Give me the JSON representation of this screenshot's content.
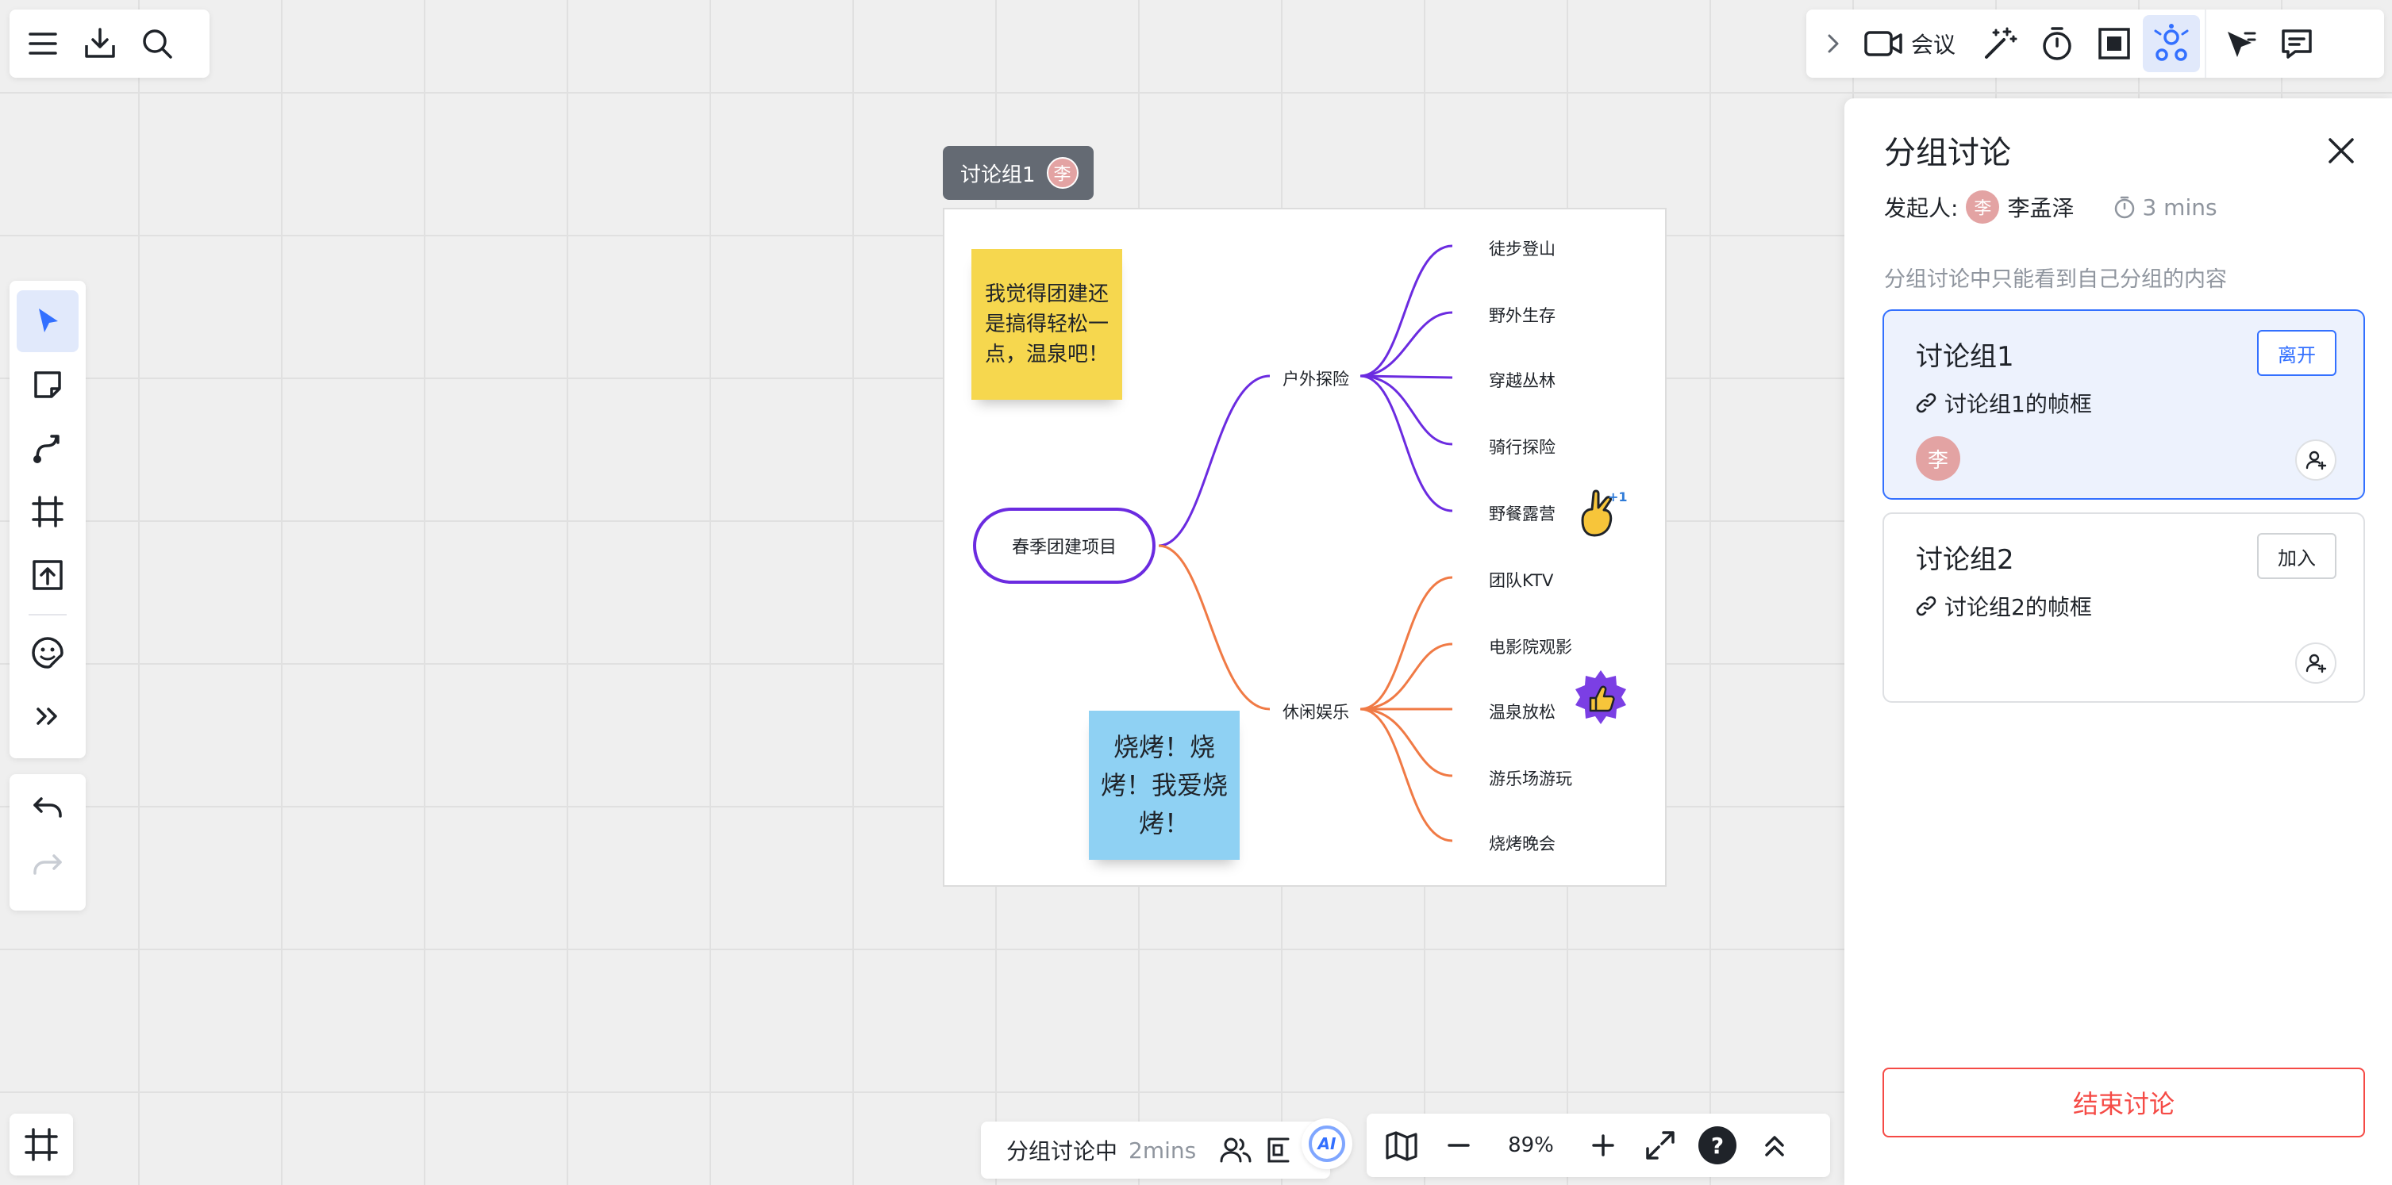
{
  "toolbar_left": {
    "icons": [
      "menu-icon",
      "download-icon",
      "search-icon"
    ]
  },
  "toolbar_right": {
    "meeting_label": "会议"
  },
  "tool_rail": {
    "icons": [
      "pointer-icon",
      "sticky-note-icon",
      "connector-icon",
      "frame-icon",
      "upload-icon",
      "sticker-icon",
      "more-icon"
    ]
  },
  "canvas": {
    "frame_tag": "讨论组1",
    "frame_avatar": "李",
    "sticky_yellow": "我觉得团建还是搞得轻松一点，温泉吧！",
    "sticky_blue": "烧烤！烧烤！我爱烧烤！",
    "mindmap": {
      "root": "春季团建项目",
      "branch_outdoor": "户外探险",
      "branch_leisure": "休闲娱乐",
      "outdoor_items": [
        "徒步登山",
        "野外生存",
        "穿越丛林",
        "骑行探险",
        "野餐露营"
      ],
      "leisure_items": [
        "团队KTV",
        "电影院观影",
        "温泉放松",
        "游乐场游玩",
        "烧烤晚会"
      ],
      "colors": {
        "outdoor": "#6b2be0",
        "leisure": "#f07a45"
      }
    }
  },
  "side_panel": {
    "title": "分组讨论",
    "initiator_label": "发起人:",
    "initiator_avatar": "李",
    "initiator_name": "李孟泽",
    "timer": "3 mins",
    "hint": "分组讨论中只能看到自己分组的内容",
    "groups": [
      {
        "name": "讨论组1",
        "link": "讨论组1的帧框",
        "button": "离开",
        "member_avatar": "李"
      },
      {
        "name": "讨论组2",
        "link": "讨论组2的帧框",
        "button": "加入"
      }
    ],
    "end_button": "结束讨论"
  },
  "bottom_status": {
    "label": "分组讨论中",
    "time": "2mins"
  },
  "bottom_zoom": {
    "ai_label": "AI",
    "zoom": "89%",
    "help": "?"
  },
  "colors": {
    "accent": "#3370ff",
    "danger": "#f54a45"
  }
}
